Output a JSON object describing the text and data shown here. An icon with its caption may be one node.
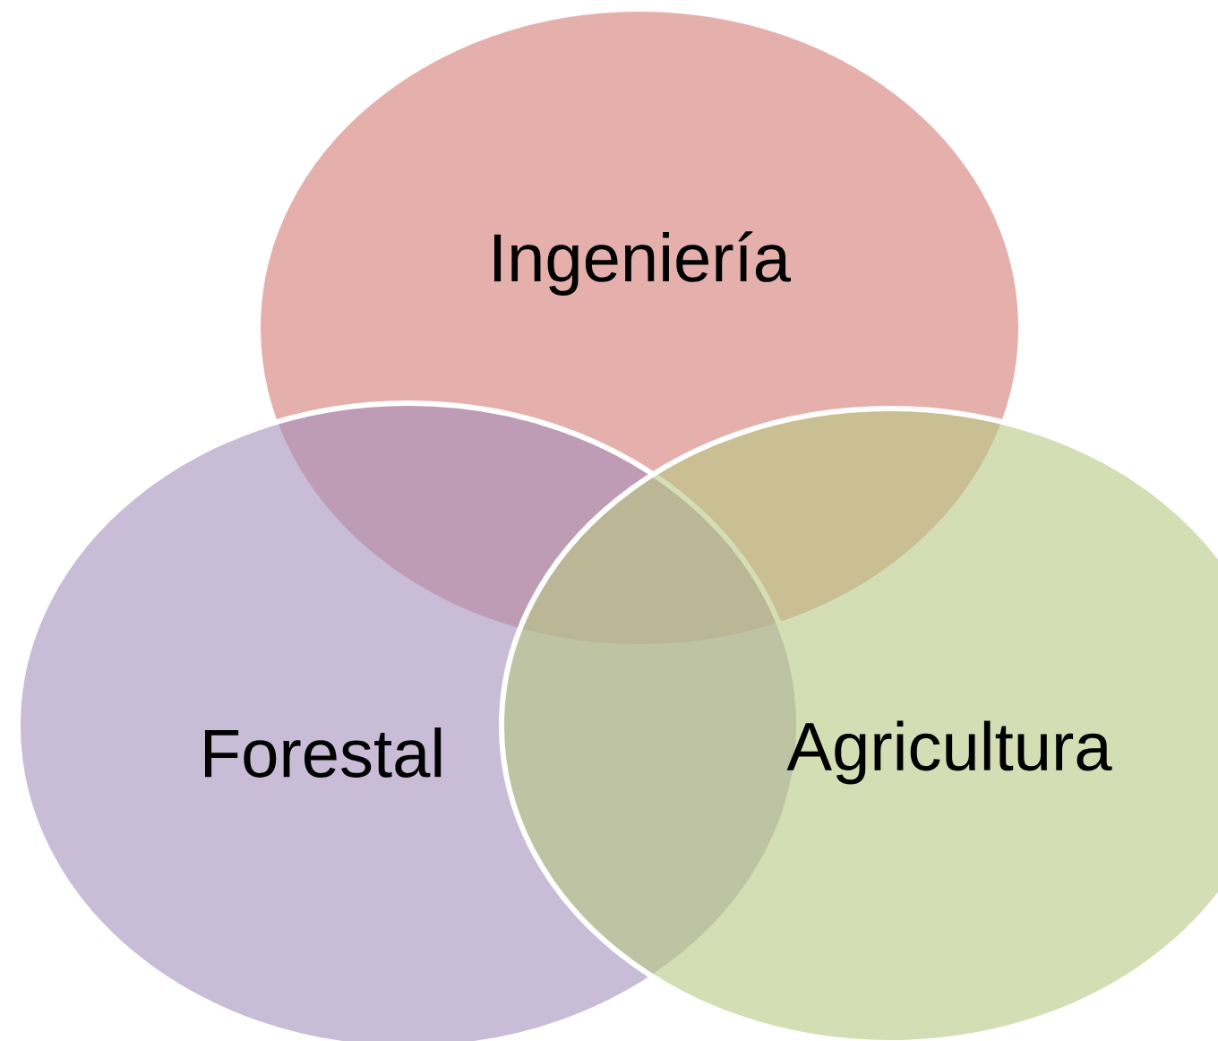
{
  "diagram": {
    "nodes": [
      {
        "text": [
          "Ingeniería"
        ]
      },
      {
        "text": [
          "Forestal"
        ]
      },
      {
        "text": [
          "Agricultura"
        ]
      }
    ]
  }
}
